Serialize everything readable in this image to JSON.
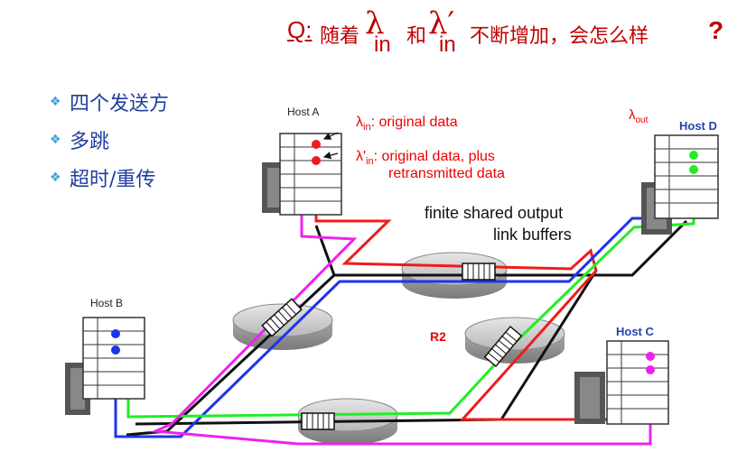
{
  "title": {
    "q_label": "Q:",
    "text1": "随着",
    "lambda": "λ",
    "sub_in": "in",
    "text2": "和",
    "lambda_prime": "λ′",
    "text3": "不断增加，会怎么样",
    "question_mark": "?"
  },
  "bullets": [
    "四个发送方",
    "多跳",
    "超时/重传"
  ],
  "diagram": {
    "hosts": {
      "a": "Host A",
      "b": "Host B",
      "c": "Host C",
      "d": "Host D"
    },
    "labels": {
      "lambda_in_prefix": "λ",
      "lambda_in_sub": "in",
      "lambda_in_text": ": original data",
      "lambda_prime_prefix": "λ'",
      "lambda_prime_sub": "in",
      "lambda_prime_text1": ": original data, plus",
      "lambda_prime_text2": "retransmitted data",
      "lambda_out_prefix": "λ",
      "lambda_out_sub": "out",
      "buffers1": "finite shared output",
      "buffers2": "link buffers",
      "router_r2": "R2"
    },
    "colors": {
      "red": "#ee1c1c",
      "blue": "#1c35e8",
      "green": "#22ee22",
      "magenta": "#ee22ee",
      "black": "#111111",
      "label_red": "#ee0000",
      "label_blue": "#2244aa",
      "title_red": "#c00000",
      "bullet_text": "#1f3f9f",
      "bullet_marker": "#3aa0d8"
    }
  }
}
